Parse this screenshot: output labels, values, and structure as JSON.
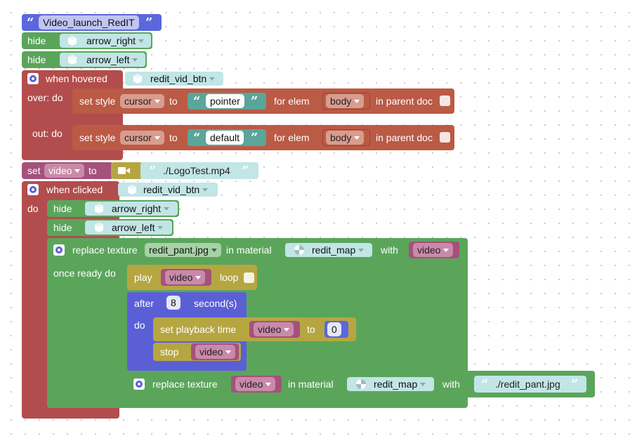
{
  "colors": {
    "blue": "#5b67dc",
    "green": "#5ba55b",
    "teal": "#5ba59a",
    "pale_teal": "#c2e5e6",
    "brown": "#bb5a45",
    "crimson": "#b34d4d",
    "magenta": "#a5517c",
    "olive": "#b5a642",
    "indigo": "#5b5fd6",
    "violet": "#7a62d9"
  },
  "icons": [
    "quote-icon",
    "cube-icon",
    "gear-icon",
    "video-camera-icon",
    "material-sphere-icon",
    "checkbox-icon"
  ],
  "func": {
    "quote_open": "“",
    "name": "Video_launch_RedIT",
    "quote_close": "”"
  },
  "hide1": {
    "label": "hide",
    "object": "arrow_right"
  },
  "hide2": {
    "label": "hide",
    "object": "arrow_left"
  },
  "hover": {
    "label": "when hovered",
    "object": "redit_vid_btn",
    "over_label": "over: do",
    "out_label": "out: do",
    "over_style": {
      "set_label": "set style",
      "property": "cursor",
      "to_label": "to",
      "value": "pointer",
      "for_label": "for elem",
      "elem": "body",
      "parent_label": "in parent doc"
    },
    "out_style": {
      "set_label": "set style",
      "property": "cursor",
      "to_label": "to",
      "value": "default",
      "for_label": "for elem",
      "elem": "body",
      "parent_label": "in parent doc"
    }
  },
  "setvar": {
    "label": "set",
    "var": "video",
    "to_label": "to",
    "file": "./LogoTest.mp4"
  },
  "click": {
    "label": "when clicked",
    "object": "redit_vid_btn",
    "do_label": "do",
    "hide1": {
      "label": "hide",
      "object": "arrow_right"
    },
    "hide2": {
      "label": "hide",
      "object": "arrow_left"
    },
    "replace1": {
      "label": "replace texture",
      "texture": "redit_pant.jpg",
      "in_material": "in material",
      "material": "redit_map",
      "with_label": "with",
      "var": "video",
      "once_ready": "once ready do"
    },
    "play": {
      "label": "play",
      "var": "video",
      "loop_label": "loop"
    },
    "after": {
      "label": "after",
      "seconds": "8",
      "unit": "second(s)",
      "do_label": "do"
    },
    "set_time": {
      "label": "set playback time",
      "var": "video",
      "to_label": "to",
      "value": "0"
    },
    "stop": {
      "label": "stop",
      "var": "video"
    },
    "replace2": {
      "label": "replace texture",
      "var": "video",
      "in_material": "in material",
      "material": "redit_map",
      "with_label": "with",
      "file": "./redit_pant.jpg"
    }
  }
}
